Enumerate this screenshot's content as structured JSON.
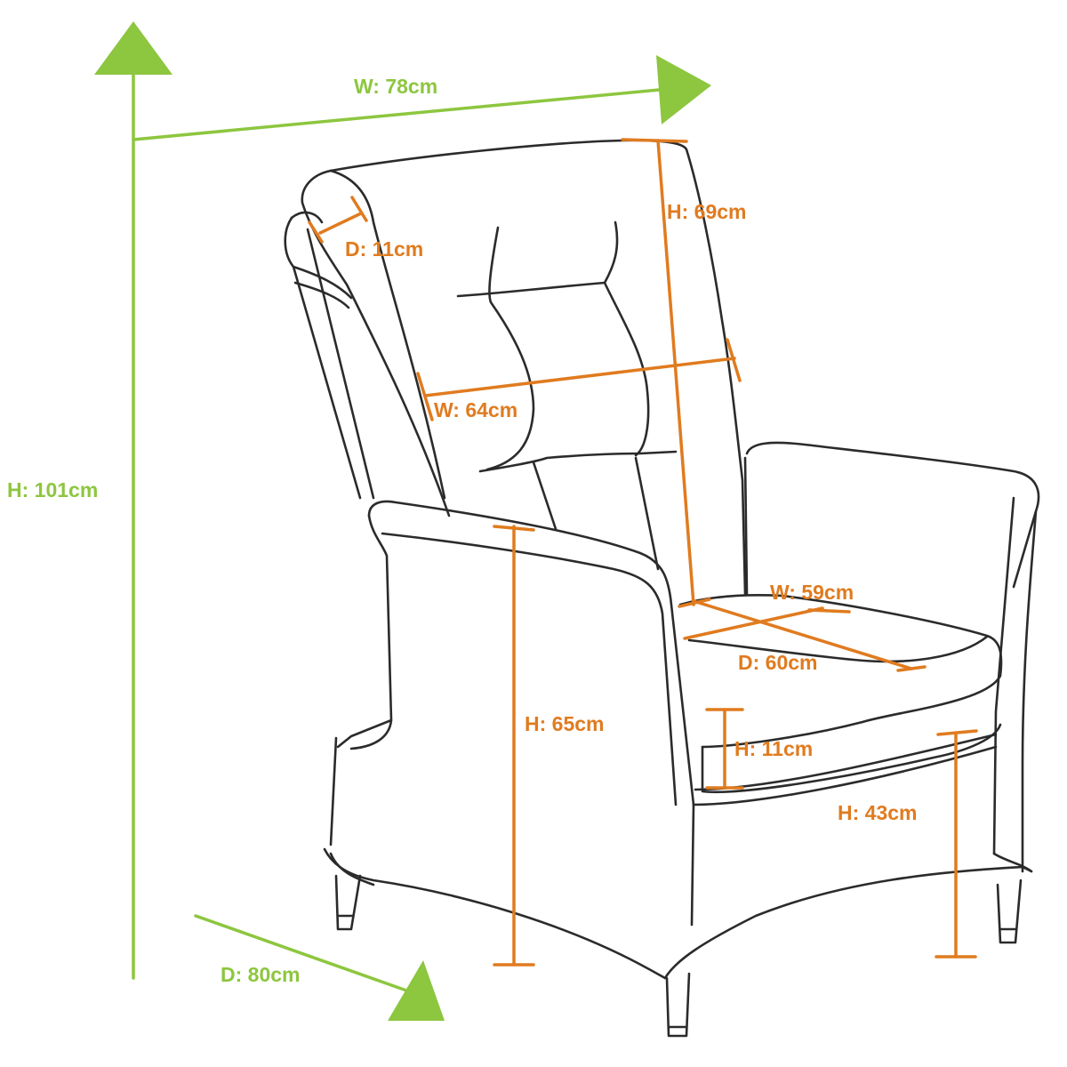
{
  "overall": {
    "height": "H: 101cm",
    "width": "W: 78cm",
    "depth": "D: 80cm"
  },
  "backrest": {
    "height": "H: 69cm",
    "depth": "D: 11cm",
    "width": "W: 64cm"
  },
  "seat": {
    "width": "W: 59cm",
    "depth": "D: 60cm",
    "cushion_height": "H: 11cm",
    "arm_height": "H: 65cm",
    "seat_height": "H: 43cm"
  },
  "colors": {
    "overall_dimension": "#8dc63f",
    "part_dimension": "#e07b1f",
    "outline": "#2b2b2b"
  }
}
